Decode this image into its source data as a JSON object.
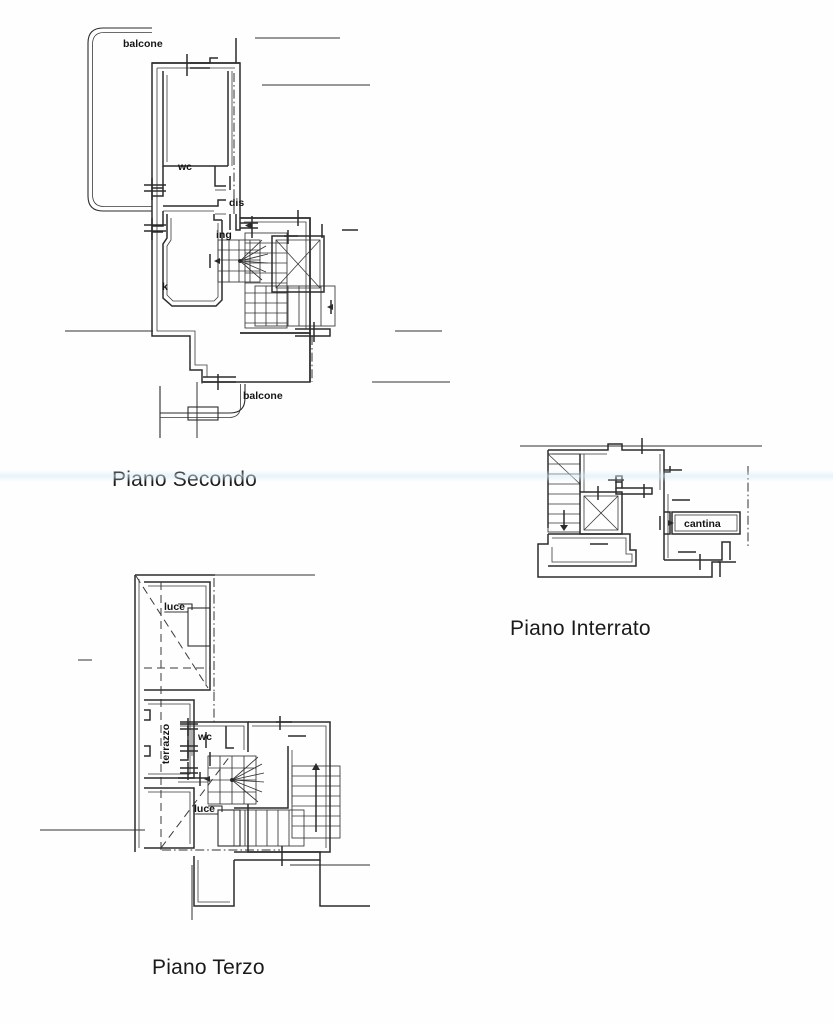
{
  "document": {
    "kind": "architectural-floor-plans",
    "sheet_background": "#fefefe",
    "line_color": "#2b2b2b",
    "text_color": "#151515"
  },
  "plans": [
    {
      "id": "piano-secondo",
      "title": "Piano Secondo",
      "room_labels": [
        {
          "name": "balcone-top",
          "text": "balcone"
        },
        {
          "name": "wc",
          "text": "wc"
        },
        {
          "name": "dis",
          "text": "dis"
        },
        {
          "name": "ing",
          "text": "ing"
        },
        {
          "name": "k",
          "text": "k"
        },
        {
          "name": "balcone-bottom",
          "text": "balcone"
        }
      ],
      "features": [
        "rounded-balcony-rail",
        "stair-winder",
        "straight-stair-flight",
        "elevator-shaft-x",
        "centre-line-dash-dot",
        "wall-openings"
      ]
    },
    {
      "id": "piano-interrato",
      "title": "Piano Interrato",
      "room_labels": [
        {
          "name": "cantina",
          "text": "cantina"
        }
      ],
      "features": [
        "stair-flight-down-arrow",
        "elevator-shaft-x",
        "cellar-box",
        "centre-line-dash-dot"
      ]
    },
    {
      "id": "piano-terzo",
      "title": "Piano Terzo",
      "room_labels": [
        {
          "name": "luce-upper",
          "text": "luce"
        },
        {
          "name": "terrazzo",
          "text": "terrazzo"
        },
        {
          "name": "wc",
          "text": "wc"
        },
        {
          "name": "luce-lower",
          "text": "luce"
        }
      ],
      "features": [
        "terrace-hatch",
        "roof-slope-dashed",
        "stair-winder",
        "straight-stair-flight-up-arrow",
        "light-wells",
        "centre-line-dash-dot"
      ]
    }
  ]
}
